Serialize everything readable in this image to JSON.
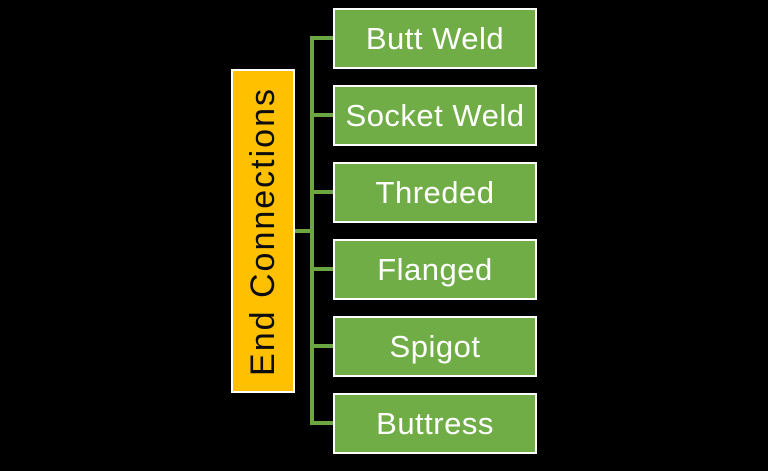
{
  "background_color": "#000000",
  "diagram": {
    "root": {
      "label": "End Connections",
      "fill_color": "#FFC000",
      "border_color": "#FFFFFF",
      "text_color": "#000000",
      "text_orientation": "vertical-bottom-to-top"
    },
    "nodes": [
      {
        "label": "Butt Weld"
      },
      {
        "label": "Socket Weld"
      },
      {
        "label": "Threded"
      },
      {
        "label": "Flanged"
      },
      {
        "label": "Spigot"
      },
      {
        "label": "Buttress"
      }
    ],
    "node_style": {
      "fill_color": "#70AD47",
      "border_color": "#FFFFFF",
      "text_color": "#FFFFFF"
    },
    "connector_color": "#6BA643"
  }
}
